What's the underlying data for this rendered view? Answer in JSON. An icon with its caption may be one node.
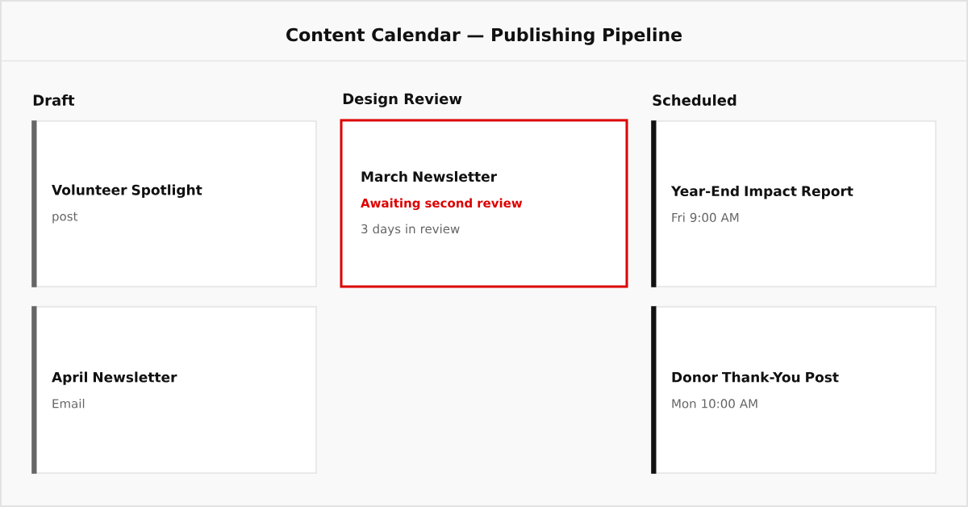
{
  "diagram": {
    "title": "Content Calendar — Publishing Pipeline",
    "nodes": [
      {
        "text": [
          "Volunteer Spotlight",
          "post"
        ]
      },
      {
        "text": [
          "April Newsletter",
          "Email"
        ]
      },
      {
        "text": [
          "March Newsletter",
          "Awaiting second review",
          "3 days in review"
        ]
      },
      {
        "text": [
          "Year-End Impact Report",
          "Fri 9:00 AM"
        ]
      },
      {
        "text": [
          "Donor Thank-You Post",
          "Mon 10:00 AM"
        ]
      }
    ],
    "labels": [
      "Draft",
      "Design Review",
      "Scheduled"
    ]
  }
}
